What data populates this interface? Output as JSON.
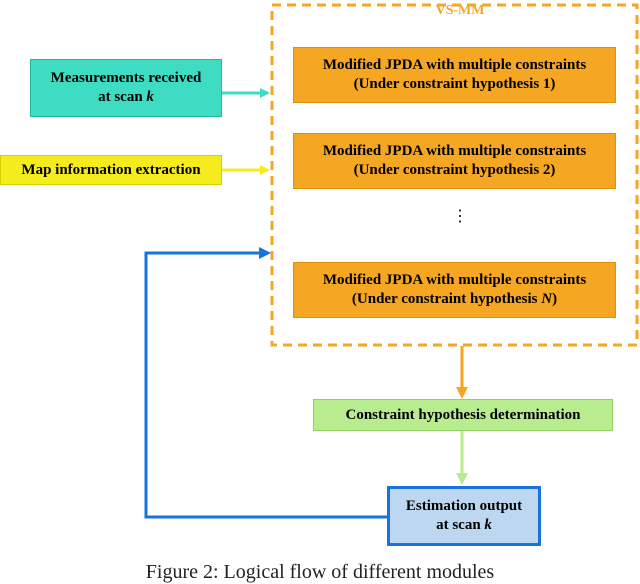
{
  "vsmm": {
    "label": "VS-MM",
    "jpda_boxes": [
      {
        "line1": "Modified JPDA with multiple constraints",
        "line2_prefix": "(Under constraint hypothesis ",
        "hyp": "1",
        "line2_suffix": ")"
      },
      {
        "line1": "Modified JPDA with multiple constraints",
        "line2_prefix": "(Under constraint hypothesis ",
        "hyp": "2",
        "line2_suffix": ")"
      },
      {
        "line1": "Modified JPDA with multiple constraints",
        "line2_prefix": "(Under constraint hypothesis ",
        "hyp": "N",
        "line2_suffix": ")"
      }
    ],
    "ellipsis": "⋮"
  },
  "measurements": {
    "line1": "Measurements received",
    "line2_prefix": "at scan ",
    "var": "k"
  },
  "map_info": {
    "label": "Map information extraction"
  },
  "constraint": {
    "label": "Constraint hypothesis determination"
  },
  "estimation": {
    "line1": "Estimation output",
    "line2_prefix": "at scan ",
    "var": "k"
  },
  "caption": "Figure 2: Logical flow of different modules",
  "colors": {
    "orange": "#f5a623",
    "teal": "#3fdcc4",
    "yellow": "#f5ec1e",
    "green": "#b9ec8e",
    "blue": "#1a73d9"
  }
}
